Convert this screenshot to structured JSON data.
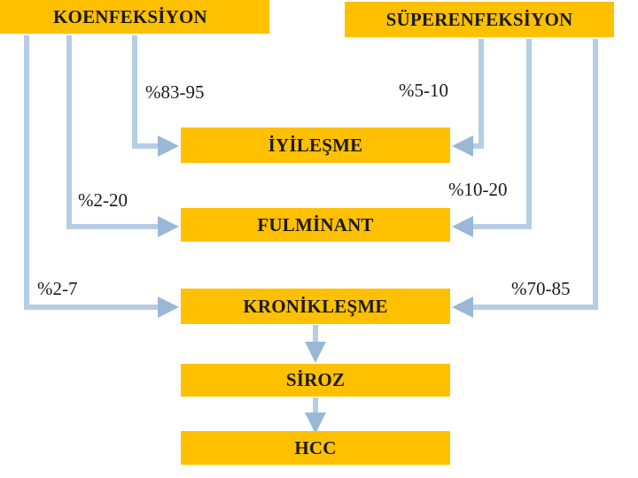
{
  "sources": {
    "coinfection": "KOENFEKSİYON",
    "superinfection": "SÜPERENFEKSİYON"
  },
  "outcomes": {
    "recovery": "İYİLEŞME",
    "fulminant": "FULMİNANT",
    "chronic": "KRONİKLEŞME",
    "cirrhosis": "SİROZ",
    "hcc": "HCC"
  },
  "rates": {
    "coinfection": {
      "recovery": "%83-95",
      "fulminant": "%2-20",
      "chronic": "%2-7"
    },
    "superinfection": {
      "recovery": "%5-10",
      "fulminant": "%10-20",
      "chronic": "%70-85"
    }
  },
  "colors": {
    "box_fill": "#ffc000",
    "arrow_fill": "#bcd0e4",
    "arrow_stroke": "#8fb0d0"
  }
}
